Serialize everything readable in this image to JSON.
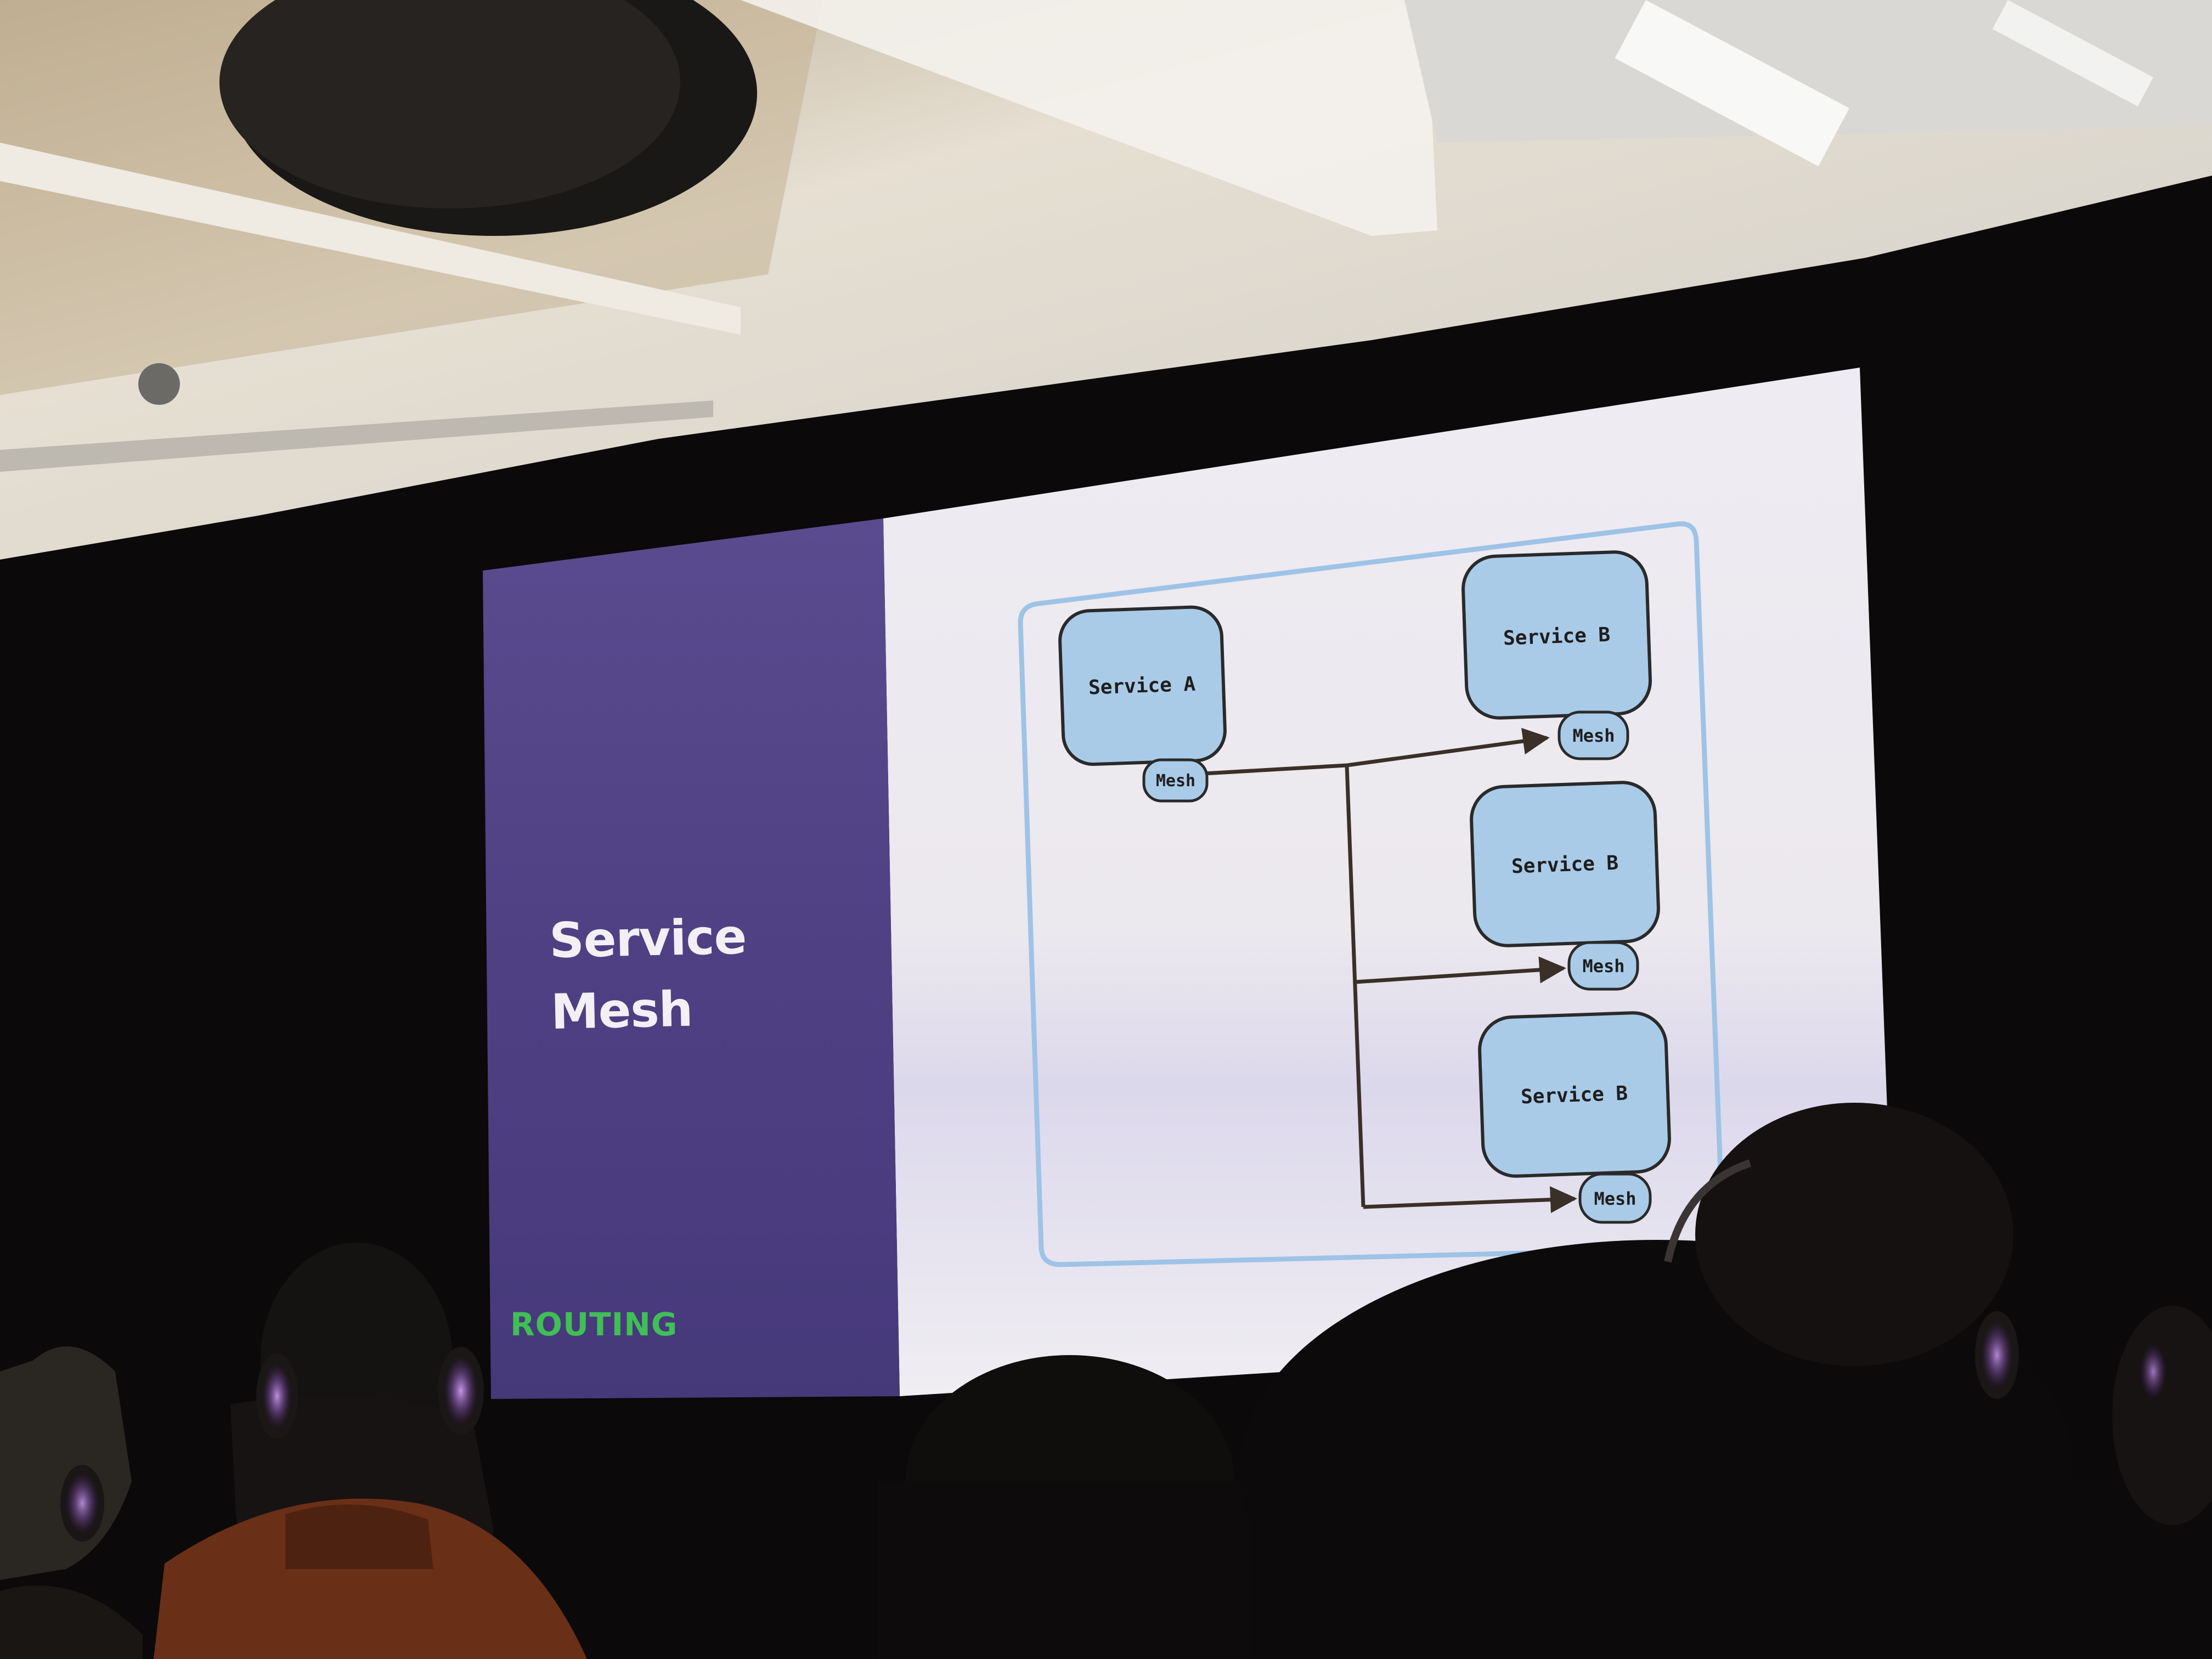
{
  "slide": {
    "title_line1": "Service",
    "title_line2": "Mesh",
    "section_label": "ROUTING",
    "colors": {
      "sidebar": "#4c3c7e",
      "sidebar_mid": "#5a4a8c",
      "slide_bg": "#ece8ef",
      "accent_green": "#3fbf56",
      "service_box": "#a9cbe8",
      "service_border": "#2a2a2a",
      "container_border": "#9ec3e6",
      "arrow": "#3a3028"
    }
  },
  "diagram": {
    "source": {
      "service_label": "Service A",
      "mesh_label": "Mesh"
    },
    "targets": [
      {
        "service_label": "Service B",
        "mesh_label": "Mesh"
      },
      {
        "service_label": "Service B",
        "mesh_label": "Mesh"
      },
      {
        "service_label": "Service B",
        "mesh_label": "Mesh"
      }
    ]
  },
  "room": {
    "ceiling_color": "#d9d6cf",
    "curtain_color": "#0b0909",
    "headphone_glow": "#b86bff"
  }
}
